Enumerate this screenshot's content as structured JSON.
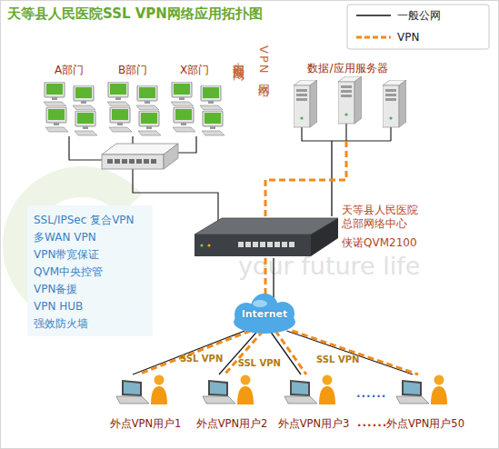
{
  "diagram": {
    "title": "天等县人民医院SSL VPN网络应用拓扑图",
    "nodes": [
      {
        "text": [
          "A部门"
        ]
      },
      {
        "text": [
          "B部门"
        ]
      },
      {
        "text": [
          "X部门"
        ]
      },
      {
        "text": [
          "数据/应用服务器"
        ]
      },
      {
        "text": [
          "天等县人民医院 总部网络中心",
          "侠诺QVM2100"
        ]
      },
      {
        "text": [
          "Internet"
        ]
      },
      {
        "text": [
          "外点VPN用户1"
        ]
      },
      {
        "text": [
          "外点VPN用户2"
        ]
      },
      {
        "text": [
          "外点VPN用户3"
        ]
      },
      {
        "text": [
          "外点VPN用户50"
        ]
      }
    ],
    "edges": [
      {
        "from": 4,
        "to": 3,
        "arrow": "none"
      },
      {
        "from": 4,
        "to": 5,
        "arrow": "none"
      },
      {
        "from": 5,
        "to": 6,
        "arrow": "none",
        "label": "SSL VPN"
      },
      {
        "from": 5,
        "to": 7,
        "arrow": "none",
        "label": "SSL VPN"
      },
      {
        "from": 5,
        "to": 8,
        "arrow": "none"
      },
      {
        "from": 5,
        "to": 9,
        "arrow": "none",
        "label": "SSL VPN"
      }
    ],
    "labels": [
      "内部局域网",
      "VPN网络",
      "SSL/IPSec 复合VPN",
      "多WAN VPN",
      "VPN带宽保证",
      "QVM中央控管",
      "VPN备援",
      "VPN HUB",
      "强效防火墙",
      "your future life",
      "......",
      "......"
    ],
    "legend": [
      {
        "text": "一般公网"
      },
      {
        "text": "VPN"
      }
    ]
  }
}
